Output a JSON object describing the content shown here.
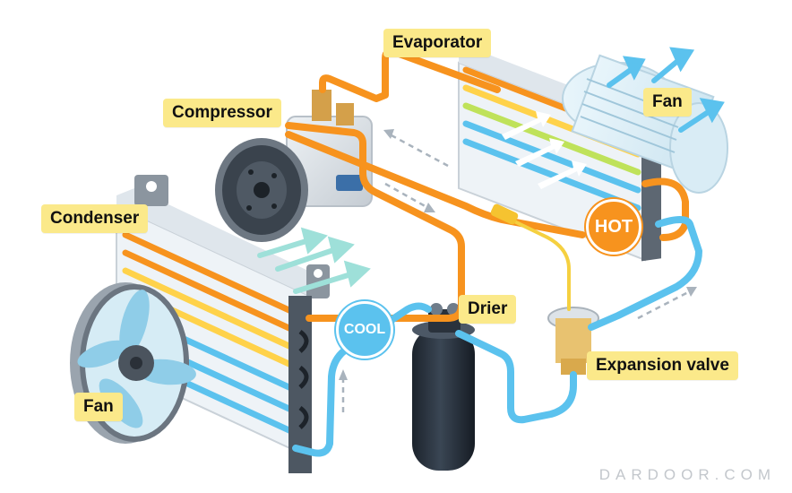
{
  "labels": {
    "evaporator": "Evaporator",
    "fan_top": "Fan",
    "compressor": "Compressor",
    "condenser": "Condenser",
    "drier": "Drier",
    "expansion_valve": "Expansion valve",
    "fan_bottom": "Fan"
  },
  "badges": {
    "hot": "HOT",
    "cool": "COOL"
  },
  "watermark": "DARDOOR.COM",
  "colors": {
    "hot_line": "#f7931e",
    "cool_line": "#5bc2ee",
    "label_bg": "#fbe98a",
    "metal": "#d7dde3",
    "dark_metal": "#2b3440"
  }
}
